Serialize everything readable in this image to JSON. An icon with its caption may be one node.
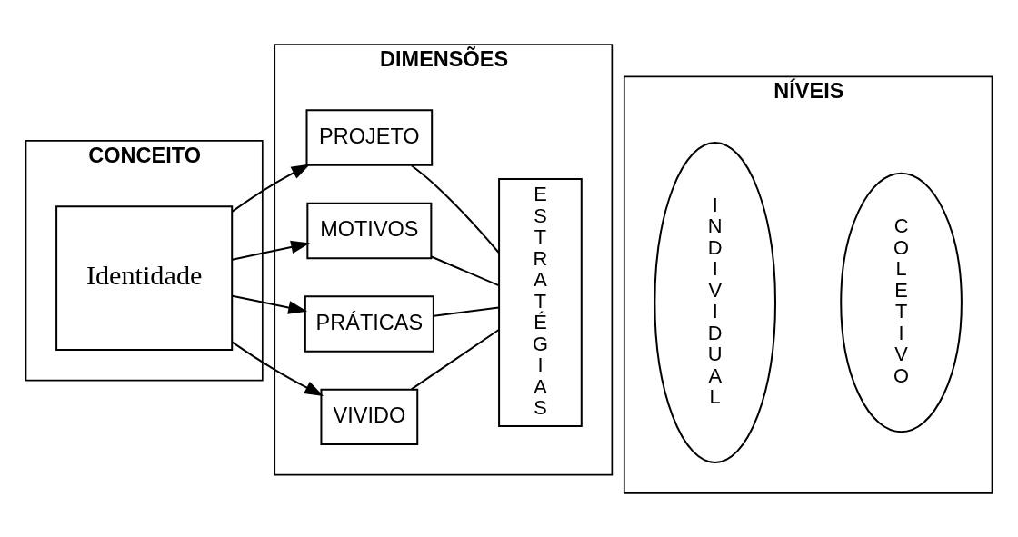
{
  "diagram": {
    "nodes": [
      {
        "text": [
          "CONCEITO"
        ]
      },
      {
        "text": [
          "Identidade"
        ],
        "in": 0
      },
      {
        "text": [
          "DIMENSÕES"
        ]
      },
      {
        "text": [
          "PROJETO"
        ],
        "in": 2
      },
      {
        "text": [
          "MOTIVOS"
        ],
        "in": 2
      },
      {
        "text": [
          "PRÁTICAS"
        ],
        "in": 2
      },
      {
        "text": [
          "VIVIDO"
        ],
        "in": 2
      },
      {
        "text": [
          "ESTRATÉGIAS"
        ],
        "in": 2
      },
      {
        "text": [
          "NÍVEIS"
        ]
      },
      {
        "text": [
          "INDIVIDUAL"
        ],
        "in": 8
      },
      {
        "text": [
          "COLETIVO"
        ],
        "in": 8
      }
    ],
    "edges": [
      {
        "from": 1,
        "to": 3,
        "arrow": "to"
      },
      {
        "from": 1,
        "to": 4,
        "arrow": "to"
      },
      {
        "from": 1,
        "to": 5,
        "arrow": "to"
      },
      {
        "from": 1,
        "to": 6,
        "arrow": "to"
      },
      {
        "from": 3,
        "to": 7,
        "arrow": "none"
      },
      {
        "from": 4,
        "to": 7,
        "arrow": "none"
      },
      {
        "from": 5,
        "to": 7,
        "arrow": "none"
      },
      {
        "from": 6,
        "to": 7,
        "arrow": "none"
      }
    ]
  }
}
